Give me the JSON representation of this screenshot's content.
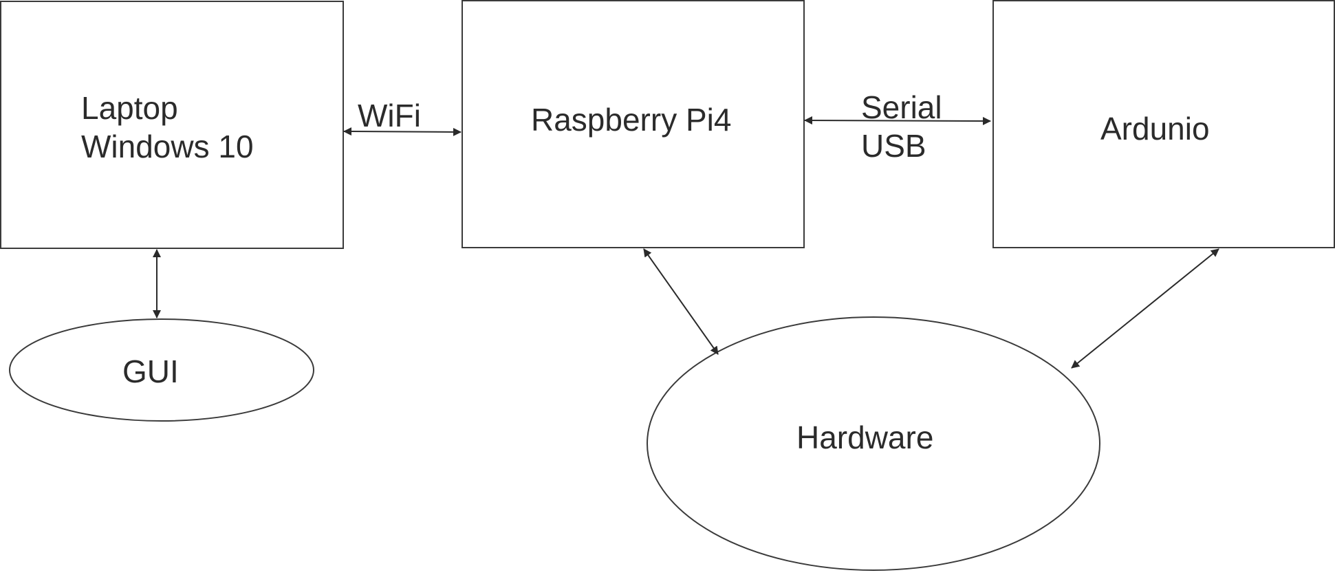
{
  "diagram": {
    "nodes": {
      "laptop": {
        "shape": "rect",
        "lines": [
          "Laptop",
          "Windows 10"
        ]
      },
      "raspberry": {
        "shape": "rect",
        "lines": [
          "Raspberry Pi4"
        ]
      },
      "arduino": {
        "shape": "rect",
        "lines": [
          "Ardunio"
        ]
      },
      "gui": {
        "shape": "ellipse",
        "lines": [
          "GUI"
        ]
      },
      "hardware": {
        "shape": "ellipse",
        "lines": [
          "Hardware"
        ]
      }
    },
    "edges": [
      {
        "from": "laptop",
        "to": "raspberry",
        "lines": [
          "WiFi"
        ],
        "direction": "bidirectional"
      },
      {
        "from": "raspberry",
        "to": "arduino",
        "lines": [
          "Serial",
          "USB"
        ],
        "direction": "bidirectional"
      },
      {
        "from": "laptop",
        "to": "gui",
        "lines": [],
        "direction": "bidirectional"
      },
      {
        "from": "raspberry",
        "to": "hardware",
        "lines": [],
        "direction": "bidirectional"
      },
      {
        "from": "arduino",
        "to": "hardware",
        "lines": [],
        "direction": "bidirectional"
      }
    ],
    "colors": {
      "stroke": "#3a3a3a",
      "text": "#2b2b2b",
      "background": "#ffffff"
    }
  }
}
